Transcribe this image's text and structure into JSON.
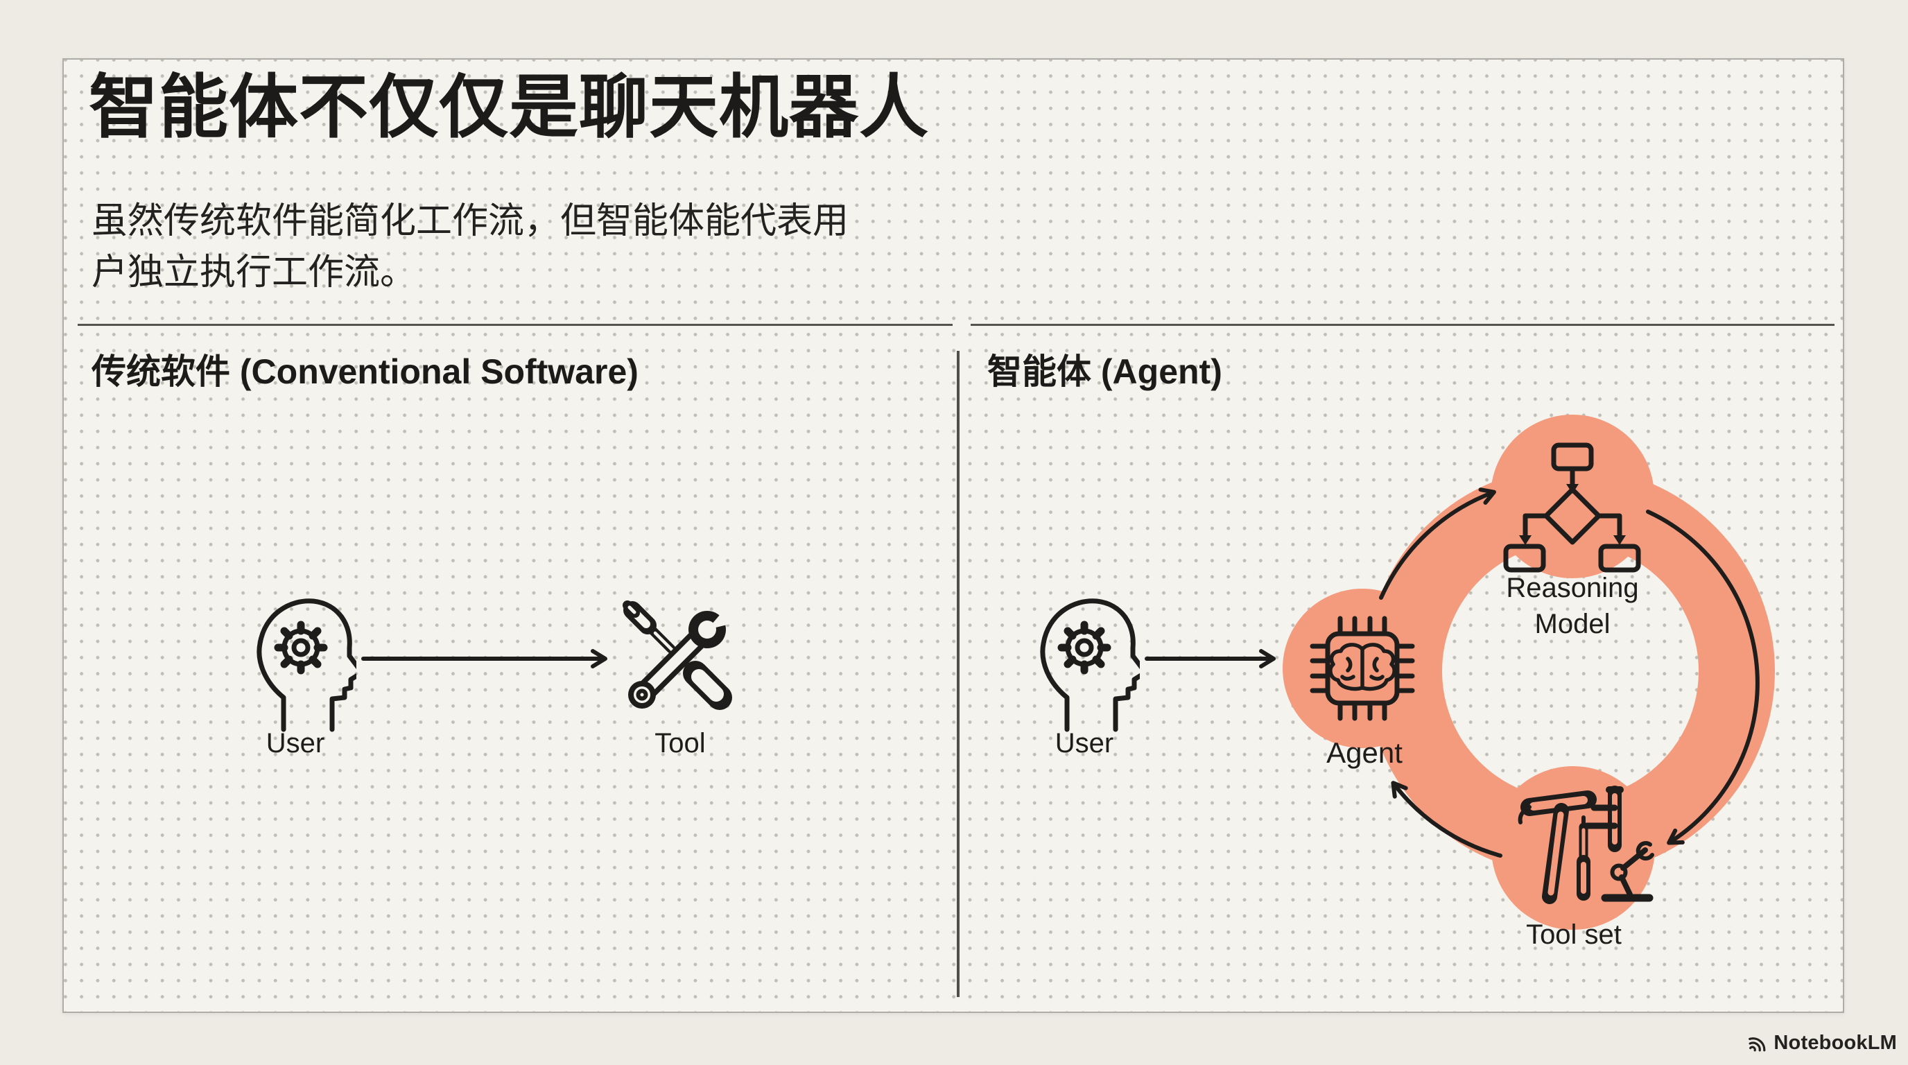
{
  "header": {
    "title": "智能体不仅仅是聊天机器人",
    "subtitle_line1": "虽然传统软件能简化工作流，但智能体能代表用",
    "subtitle_line2": "户独立执行工作流。"
  },
  "left_panel": {
    "header": "传统软件 (Conventional Software)",
    "user_label": "User",
    "tool_label": "Tool"
  },
  "right_panel": {
    "header": "智能体 (Agent)",
    "user_label": "User",
    "agent_label": "Agent",
    "reasoning_line1": "Reasoning",
    "reasoning_line2": "Model",
    "toolset_label": "Tool set"
  },
  "footer": {
    "brand": "NotebookLM"
  },
  "icons": {
    "left_user": "head-gear-icon",
    "left_tool": "screwdriver-wrench-icon",
    "right_user": "head-gear-icon",
    "agent": "chip-brain-icon",
    "reasoning_model": "flowchart-icon",
    "tool_set": "hammer-tools-icon",
    "brand": "notebooklm-arcs-icon"
  },
  "colors": {
    "page_bg": "#edebe4",
    "card_bg": "#f4f3ed",
    "ink": "#1e1d1b",
    "accent_salmon": "#f59b7d",
    "dot_grid": "#a9a79f",
    "divider": "#514f4b"
  }
}
